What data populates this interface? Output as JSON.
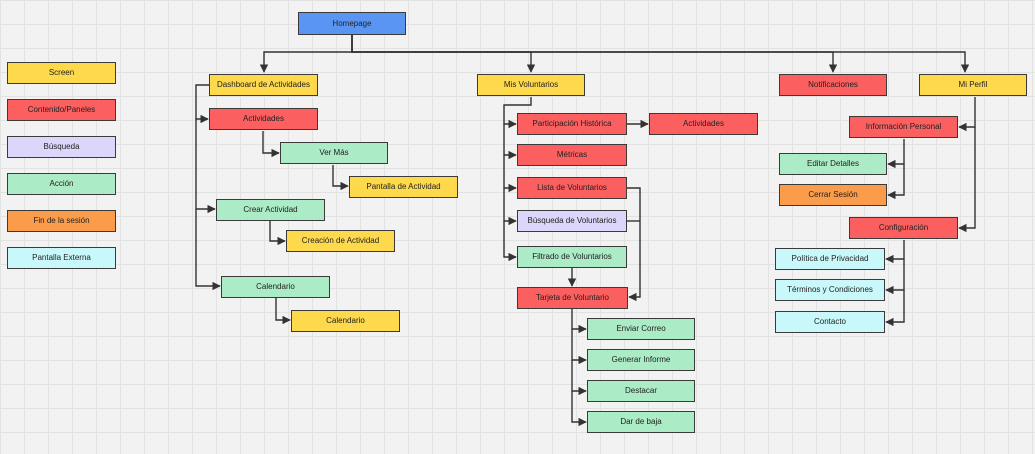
{
  "colors": {
    "screen": "#fdd94b",
    "content": "#fb5f5f",
    "search": "#dcd6fa",
    "action": "#abebc6",
    "end": "#fb9c4b",
    "external": "#c9f8fb",
    "root": "#5b95f4",
    "edge": "#333333"
  },
  "legend": [
    {
      "label": "Screen",
      "kind": "screen"
    },
    {
      "label": "Contenido/Paneles",
      "kind": "content"
    },
    {
      "label": "Búsqueda",
      "kind": "search"
    },
    {
      "label": "Acción",
      "kind": "action"
    },
    {
      "label": "Fin de la sesión",
      "kind": "end"
    },
    {
      "label": "Pantalla Externa",
      "kind": "external"
    }
  ],
  "nodes": {
    "homepage": {
      "label": "Homepage",
      "kind": "root"
    },
    "dashboard": {
      "label": "Dashboard de Actividades",
      "kind": "screen"
    },
    "actividades": {
      "label": "Actividades",
      "kind": "content"
    },
    "ver_mas": {
      "label": "Ver Más",
      "kind": "action"
    },
    "pantalla_actividad": {
      "label": "Pantalla de Actividad",
      "kind": "screen"
    },
    "crear_actividad": {
      "label": "Crear Actividad",
      "kind": "action"
    },
    "creacion_actividad": {
      "label": "Creación de Actividad",
      "kind": "screen"
    },
    "calendario_accion": {
      "label": "Calendario",
      "kind": "action"
    },
    "calendario_pantalla": {
      "label": "Calendario",
      "kind": "screen"
    },
    "mis_voluntarios": {
      "label": "Mis Voluntarios",
      "kind": "screen"
    },
    "participacion": {
      "label": "Participación Histórica",
      "kind": "content"
    },
    "actividades_2": {
      "label": "Actividades",
      "kind": "content"
    },
    "metricas": {
      "label": "Métricas",
      "kind": "content"
    },
    "lista_voluntarios": {
      "label": "Lista de Voluntarios",
      "kind": "content"
    },
    "busqueda_voluntarios": {
      "label": "Búsqueda de Voluntarios",
      "kind": "search"
    },
    "filtrado_voluntarios": {
      "label": "Filtrado de Voluntarios",
      "kind": "action"
    },
    "tarjeta_voluntario": {
      "label": "Tarjeta de Voluntario",
      "kind": "content"
    },
    "enviar_correo": {
      "label": "Enviar Correo",
      "kind": "action"
    },
    "generar_informe": {
      "label": "Generar Informe",
      "kind": "action"
    },
    "destacar": {
      "label": "Destacar",
      "kind": "action"
    },
    "dar_de_baja": {
      "label": "Dar de baja",
      "kind": "action"
    },
    "notificaciones": {
      "label": "Notificaciones",
      "kind": "content"
    },
    "mi_perfil": {
      "label": "Mi Perfil",
      "kind": "screen"
    },
    "informacion_personal": {
      "label": "Información Personal",
      "kind": "content"
    },
    "editar_detalles": {
      "label": "Editar Detalles",
      "kind": "action"
    },
    "cerrar_sesion": {
      "label": "Cerrar Sesión",
      "kind": "end"
    },
    "configuracion": {
      "label": "Configuración",
      "kind": "content"
    },
    "politica_privacidad": {
      "label": "Política de Privacidad",
      "kind": "external"
    },
    "terminos_condiciones": {
      "label": "Términos y Condiciones",
      "kind": "external"
    },
    "contacto": {
      "label": "Contacto",
      "kind": "external"
    }
  }
}
